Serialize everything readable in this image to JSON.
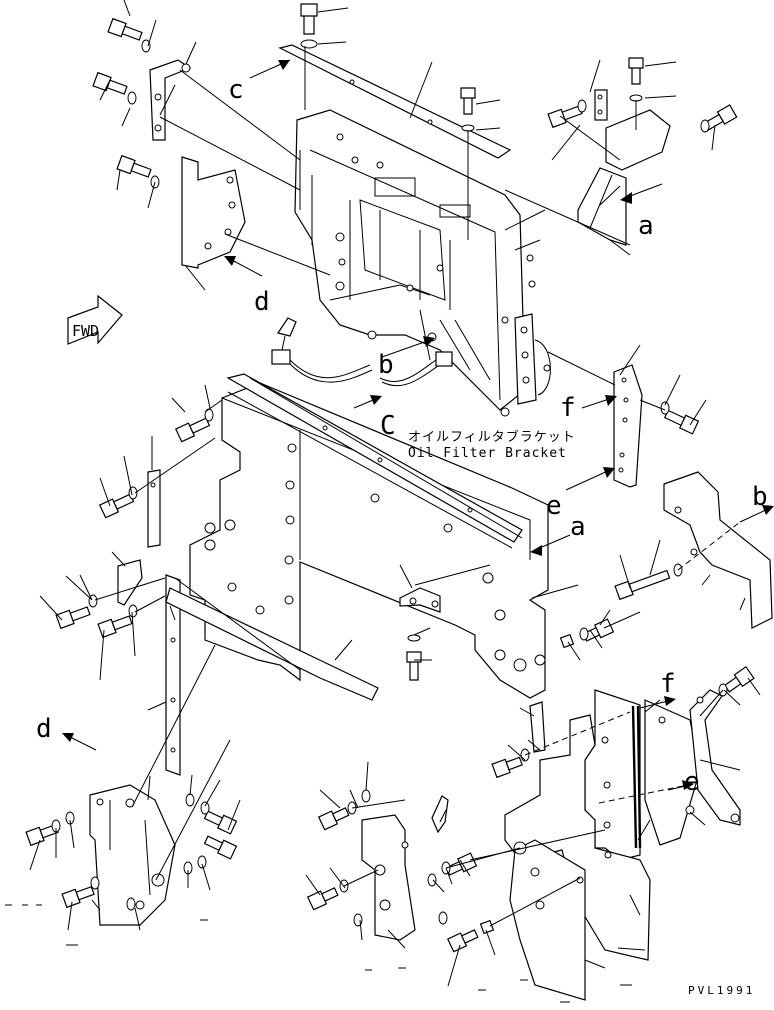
{
  "callouts": {
    "a1": "a",
    "a2": "a",
    "b1": "b",
    "b2": "b",
    "c1": "c",
    "c2": "C",
    "d1": "d",
    "d2": "d",
    "e1": "e",
    "e2": "e",
    "f1": "f",
    "f2": "f"
  },
  "direction_badge": "FWD",
  "part_label": {
    "japanese": "オイルフィルタブラケット",
    "english": "Oil Filter Bracket"
  },
  "drawing_code": "PVL1991"
}
